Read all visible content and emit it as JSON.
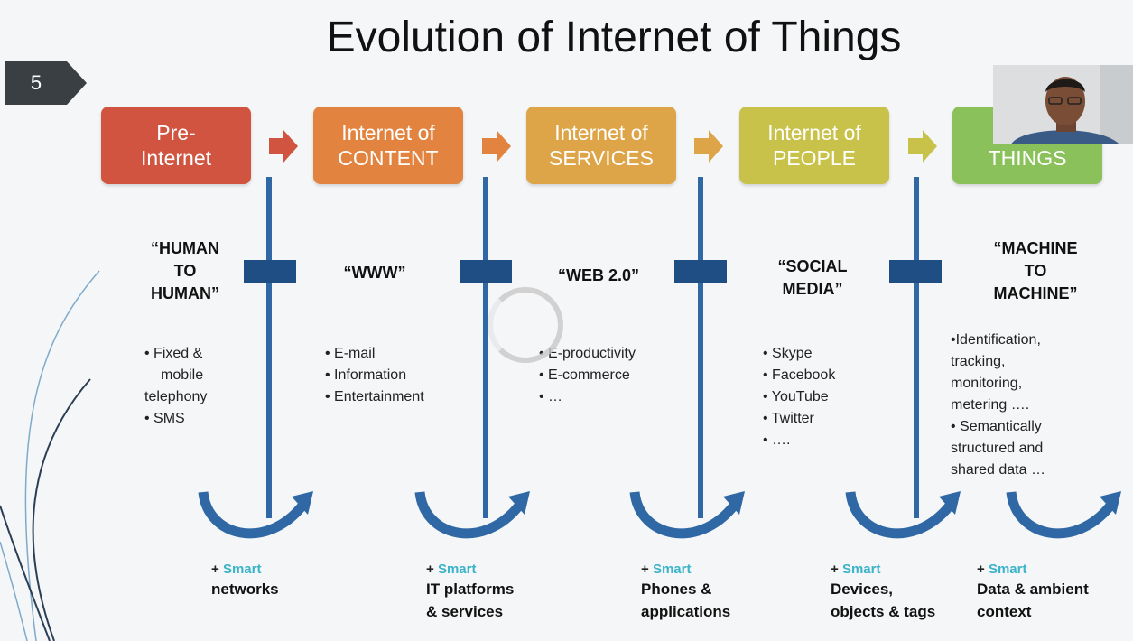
{
  "slide": {
    "title": "Evolution of Internet of Things",
    "number": "5"
  },
  "colors": {
    "pre_internet": "#d0543f",
    "content": "#e2843f",
    "services": "#dda448",
    "people": "#c8c24a",
    "things": "#8bc15a",
    "vertical_line": "#2f68a4",
    "bar": "#1f4e84",
    "smart": "#3bb3c8"
  },
  "stages": [
    {
      "title_lines": [
        "Pre-",
        "Internet"
      ],
      "quote_lines": [
        "“HUMAN",
        "TO",
        "HUMAN”"
      ],
      "bullets": [
        "• Fixed &",
        "mobile",
        "telephony",
        "• SMS"
      ],
      "smart_prefix": "+ ",
      "smart_word": "Smart",
      "smart_lines": [
        "networks"
      ]
    },
    {
      "title_lines": [
        "Internet of",
        "CONTENT"
      ],
      "quote_lines": [
        "“WWW”"
      ],
      "bullets": [
        "• E-mail",
        "• Information",
        "• Entertainment"
      ],
      "smart_prefix": "+ ",
      "smart_word": "Smart",
      "smart_lines": [
        "IT platforms",
        "& services"
      ]
    },
    {
      "title_lines": [
        "Internet of",
        "SERVICES"
      ],
      "quote_lines": [
        "“WEB 2.0”"
      ],
      "bullets": [
        "• E-productivity",
        "• E-commerce",
        "• …"
      ],
      "smart_prefix": "+ ",
      "smart_word": "Smart",
      "smart_lines": [
        "Phones &",
        "applications"
      ]
    },
    {
      "title_lines": [
        "Internet of",
        "PEOPLE"
      ],
      "quote_lines": [
        "“SOCIAL",
        "MEDIA”"
      ],
      "bullets": [
        "• Skype",
        "• Facebook",
        "• YouTube",
        "• Twitter",
        "• …."
      ],
      "smart_prefix": "+ ",
      "smart_word": "Smart",
      "smart_lines": [
        "Devices,",
        "objects & tags"
      ]
    },
    {
      "title_lines": [
        "Int",
        "THINGS"
      ],
      "quote_lines": [
        "“MACHINE",
        "TO",
        "MACHINE”"
      ],
      "bullets": [
        "•Identification,",
        "tracking,",
        "monitoring,",
        "metering ….",
        "• Semantically",
        "structured and",
        "shared data …"
      ],
      "smart_prefix": "+ ",
      "smart_word": "Smart",
      "smart_lines": [
        "Data & ambient",
        "context"
      ]
    }
  ]
}
